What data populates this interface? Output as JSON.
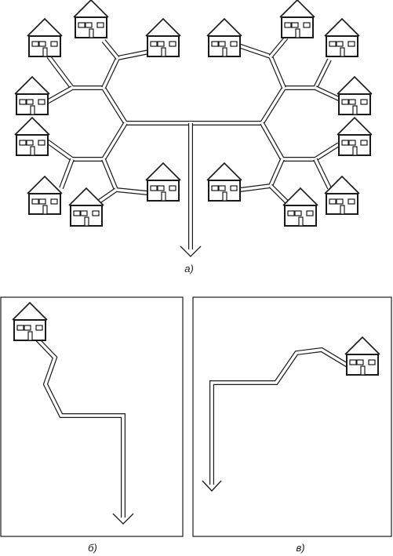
{
  "captions": {
    "a": "а)",
    "b": "б)",
    "v": "в)"
  },
  "icons": {
    "house": "house-icon",
    "arrow": "arrow-down-icon"
  }
}
